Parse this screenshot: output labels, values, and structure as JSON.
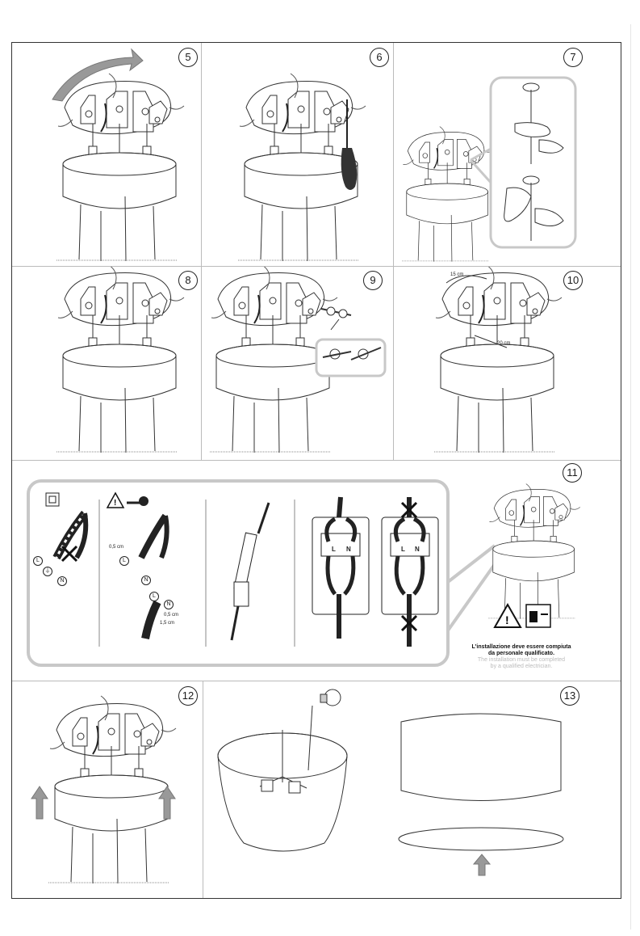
{
  "steps": [
    {
      "number": "5"
    },
    {
      "number": "6"
    },
    {
      "number": "7"
    },
    {
      "number": "8"
    },
    {
      "number": "9"
    },
    {
      "number": "10"
    },
    {
      "number": "11"
    },
    {
      "number": "12"
    },
    {
      "number": "13"
    }
  ],
  "measurements": {
    "step10_top": "15 cm",
    "step10_side": "20 cm",
    "strip_short": "0,5 cm",
    "strip_a": "0,5 cm",
    "strip_b": "1,5 cm"
  },
  "wire_labels": {
    "live": "L",
    "neutral": "N",
    "earth": "⏚"
  },
  "terminal_labels": {
    "l": "L",
    "n": "N"
  },
  "warning": {
    "it_line1": "L'installazione deve essere compiuta",
    "it_line2": "da personale qualificato.",
    "en_line1": "The installation must be completed",
    "en_line2": "by a qualified electrician."
  },
  "colors": {
    "line": "#333333",
    "panel_border": "#c8c8c8",
    "arrow_fill": "#999999"
  },
  "icons": [
    "double-insulation-icon",
    "warning-triangle-icon",
    "tape-roll-icon",
    "power-off-icon",
    "screwdriver-icon",
    "cross-icon",
    "up-arrow-icon"
  ]
}
